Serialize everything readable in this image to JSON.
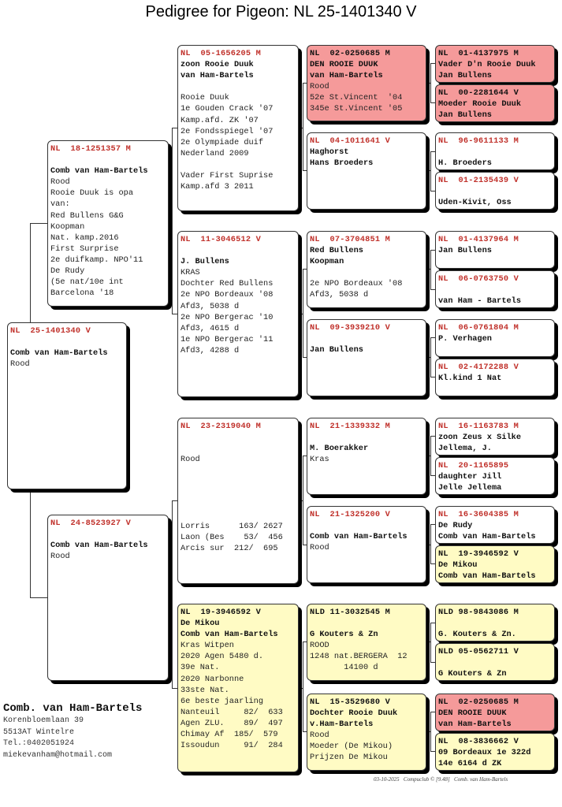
{
  "title": "Pedigree for Pigeon: NL  25-1401340 V",
  "colors": {
    "white": "#ffffff",
    "pink": "#f59a9a",
    "yellow": "#fffbc4",
    "ring_red": "#c0302a"
  },
  "cards": [
    {
      "id": "subject",
      "ring": "NL  25-1401340 V",
      "color": "white",
      "lines": [
        {
          "t": ""
        },
        {
          "t": "Comb van Ham-Bartels",
          "b": true
        },
        {
          "t": "Rood"
        }
      ]
    },
    {
      "id": "father",
      "ring": "NL  18-1251357 M",
      "color": "white",
      "lines": [
        {
          "t": ""
        },
        {
          "t": "Comb van Ham-Bartels",
          "b": true
        },
        {
          "t": "Rood"
        },
        {
          "t": "Rooie Duuk is opa"
        },
        {
          "t": "van:"
        },
        {
          "t": "Red Bullens G&G"
        },
        {
          "t": "Koopman"
        },
        {
          "t": "Nat. kamp.2016"
        },
        {
          "t": "First Surprise"
        },
        {
          "t": "2e duifkamp. NPO'11"
        },
        {
          "t": "De Rudy"
        },
        {
          "t": "(5e nat/10e int"
        },
        {
          "t": "Barcelona '18"
        }
      ]
    },
    {
      "id": "mother",
      "ring": "NL  24-8523927 V",
      "color": "white",
      "lines": [
        {
          "t": ""
        },
        {
          "t": "Comb van Ham-Bartels",
          "b": true
        },
        {
          "t": "Rood"
        }
      ]
    },
    {
      "id": "ff",
      "ring": "NL  05-1656205 M",
      "color": "white",
      "lines": [
        {
          "t": "zoon Rooie Duuk",
          "b": true
        },
        {
          "t": "van Ham-Bartels",
          "b": true
        },
        {
          "t": ""
        },
        {
          "t": "Rooie Duuk"
        },
        {
          "t": "1e Gouden Crack '07"
        },
        {
          "t": "Kamp.afd. ZK '07"
        },
        {
          "t": "2e Fondsspiegel '07"
        },
        {
          "t": "2e Olympiade duif"
        },
        {
          "t": "Nederland 2009"
        },
        {
          "t": ""
        },
        {
          "t": "Vader First Suprise"
        },
        {
          "t": "Kamp.afd 3 2011"
        }
      ]
    },
    {
      "id": "fm",
      "ring": "NL  11-3046512 V",
      "color": "white",
      "lines": [
        {
          "t": ""
        },
        {
          "t": "J. Bullens",
          "b": true
        },
        {
          "t": "KRAS"
        },
        {
          "t": "Dochter Red Bullens"
        },
        {
          "t": "2e NPO Bordeaux '08"
        },
        {
          "t": "Afd3, 5038 d"
        },
        {
          "t": "2e NPO Bergerac '10"
        },
        {
          "t": "Afd3, 4615 d"
        },
        {
          "t": "1e NPO Bergerac '11"
        },
        {
          "t": "Afd3, 4288 d"
        }
      ]
    },
    {
      "id": "mf",
      "ring": "NL  23-2319040 M",
      "color": "white",
      "lines": [
        {
          "t": ""
        },
        {
          "t": ""
        },
        {
          "t": "Rood"
        },
        {
          "t": ""
        },
        {
          "t": ""
        },
        {
          "t": ""
        },
        {
          "t": ""
        },
        {
          "t": ""
        },
        {
          "t": "Lorris      163/ 2627"
        },
        {
          "t": "Laon (Bes    53/  456"
        },
        {
          "t": "Arcis sur  212/  695"
        }
      ]
    },
    {
      "id": "mm",
      "ring": "NL  19-3946592 V",
      "color": "yellow",
      "lines": [
        {
          "t": "De Mikou",
          "b": true
        },
        {
          "t": "Comb van Ham-Bartels",
          "b": true
        },
        {
          "t": "Kras Witpen"
        },
        {
          "t": "2020 Agen 5480 d."
        },
        {
          "t": "39e Nat."
        },
        {
          "t": "2020 Narbonne"
        },
        {
          "t": "33ste Nat."
        },
        {
          "t": "6e beste jaarling"
        },
        {
          "t": "Nanteuil     82/  633"
        },
        {
          "t": "Agen ZLU.    89/  497"
        },
        {
          "t": "Chimay Af  185/  579"
        },
        {
          "t": "Issoudun     91/  284"
        }
      ]
    },
    {
      "id": "fff",
      "ring": "NL  02-0250685 M",
      "color": "pink",
      "lines": [
        {
          "t": "DEN ROOIE DUUK",
          "b": true
        },
        {
          "t": "van Ham-Bartels",
          "b": true
        },
        {
          "t": "Rood"
        },
        {
          "t": "52e St.Vincent  '04"
        },
        {
          "t": "345e St.Vincent '05"
        }
      ]
    },
    {
      "id": "ffm",
      "ring": "NL  04-1011641 V",
      "color": "white",
      "lines": [
        {
          "t": "Haghorst",
          "b": true
        },
        {
          "t": "Hans Broeders",
          "b": true
        }
      ]
    },
    {
      "id": "fmf",
      "ring": "NL  07-3704851 M",
      "color": "white",
      "lines": [
        {
          "t": "Red Bullens",
          "b": true
        },
        {
          "t": "Koopman",
          "b": true
        },
        {
          "t": ""
        },
        {
          "t": "2e NPO Bordeaux '08"
        },
        {
          "t": "Afd3, 5038 d"
        }
      ]
    },
    {
      "id": "fmm",
      "ring": "NL  09-3939210 V",
      "color": "white",
      "lines": [
        {
          "t": ""
        },
        {
          "t": "Jan Bullens",
          "b": true
        }
      ]
    },
    {
      "id": "mff",
      "ring": "NL  21-1339332 M",
      "color": "white",
      "lines": [
        {
          "t": ""
        },
        {
          "t": "M. Boerakker",
          "b": true
        },
        {
          "t": "Kras"
        }
      ]
    },
    {
      "id": "mfm",
      "ring": "NL  21-1325200 V",
      "color": "white",
      "lines": [
        {
          "t": ""
        },
        {
          "t": "Comb van Ham-Bartels",
          "b": true
        },
        {
          "t": "Rood"
        }
      ]
    },
    {
      "id": "mmf",
      "ring": "NLD 11-3032545 M",
      "color": "yellow",
      "lines": [
        {
          "t": ""
        },
        {
          "t": "G Kouters & Zn",
          "b": true
        },
        {
          "t": "ROOD"
        },
        {
          "t": "1248 nat.BERGERA  12"
        },
        {
          "t": "       14100 d"
        }
      ]
    },
    {
      "id": "mmm",
      "ring": "NL  15-3529680 V",
      "color": "yellow",
      "lines": [
        {
          "t": "Dochter Rooie Duuk",
          "b": true
        },
        {
          "t": "v.Ham-Bartels",
          "b": true
        },
        {
          "t": "Rood"
        },
        {
          "t": "Moeder (De Mikou)"
        },
        {
          "t": "Prijzen De Mikou"
        }
      ]
    },
    {
      "id": "g5-1",
      "ring": "NL  01-4137975 M",
      "color": "pink",
      "lines": [
        {
          "t": "Vader D'n Rooie Duuk",
          "b": true
        },
        {
          "t": "Jan Bullens",
          "b": true
        }
      ]
    },
    {
      "id": "g5-2",
      "ring": "NL  00-2281644 V",
      "color": "pink",
      "lines": [
        {
          "t": "Moeder Rooie Duuk",
          "b": true
        },
        {
          "t": "Jan Bullens",
          "b": true
        }
      ]
    },
    {
      "id": "g5-3",
      "ring": "NL  96-9611133 M",
      "color": "white",
      "lines": [
        {
          "t": ""
        },
        {
          "t": "H. Broeders",
          "b": true
        }
      ]
    },
    {
      "id": "g5-4",
      "ring": "NL  01-2135439 V",
      "color": "white",
      "lines": [
        {
          "t": ""
        },
        {
          "t": "Uden-Kivit, Oss",
          "b": true
        }
      ]
    },
    {
      "id": "g5-5",
      "ring": "NL  01-4137964 M",
      "color": "white",
      "lines": [
        {
          "t": "Jan Bullens",
          "b": true
        }
      ]
    },
    {
      "id": "g5-6",
      "ring": "NL  06-0763750 V",
      "color": "white",
      "lines": [
        {
          "t": ""
        },
        {
          "t": "van Ham - Bartels",
          "b": true
        }
      ]
    },
    {
      "id": "g5-7",
      "ring": "NL  06-0761804 M",
      "color": "white",
      "lines": [
        {
          "t": "P. Verhagen",
          "b": true
        }
      ]
    },
    {
      "id": "g5-8",
      "ring": "NL  02-4172288 V",
      "color": "white",
      "lines": [
        {
          "t": "Kl.kind 1 Nat",
          "b": true
        }
      ]
    },
    {
      "id": "g5-9",
      "ring": "NL  16-1163783 M",
      "color": "white",
      "lines": [
        {
          "t": "zoon Zeus x Silke",
          "b": true
        },
        {
          "t": "Jellema, J.",
          "b": true
        }
      ]
    },
    {
      "id": "g5-10",
      "ring": "NL  20-1165895",
      "color": "white",
      "lines": [
        {
          "t": "daughter Jill",
          "b": true
        },
        {
          "t": "Jelle Jellema",
          "b": true
        }
      ]
    },
    {
      "id": "g5-11",
      "ring": "NL  16-3604385 M",
      "color": "white",
      "lines": [
        {
          "t": "De Rudy",
          "b": true
        },
        {
          "t": "Comb van Ham-Bartels",
          "b": true
        }
      ]
    },
    {
      "id": "g5-12",
      "ring": "NL  19-3946592 V",
      "color": "yellow",
      "lines": [
        {
          "t": "De Mikou",
          "b": true
        },
        {
          "t": "Comb van Ham-Bartels",
          "b": true
        }
      ]
    },
    {
      "id": "g5-13",
      "ring": "NLD 98-9843086 M",
      "color": "yellow",
      "lines": [
        {
          "t": ""
        },
        {
          "t": "G. Kouters & Zn.",
          "b": true
        }
      ]
    },
    {
      "id": "g5-14",
      "ring": "NLD 05-0562711 V",
      "color": "yellow",
      "lines": [
        {
          "t": ""
        },
        {
          "t": "G Kouters & Zn",
          "b": true
        }
      ]
    },
    {
      "id": "g5-15",
      "ring": "NL  02-0250685 M",
      "color": "pink",
      "lines": [
        {
          "t": "DEN ROOIE DUUK",
          "b": true
        },
        {
          "t": "van Ham-Bartels",
          "b": true
        }
      ]
    },
    {
      "id": "g5-16",
      "ring": "NL  08-3836662 V",
      "color": "yellow",
      "lines": [
        {
          "t": "09 Bordeaux 1e 322d",
          "b": true
        },
        {
          "t": "14e 6164 d ZK",
          "b": true
        }
      ]
    }
  ],
  "owner": {
    "name": "Comb. van Ham-Bartels",
    "lines": [
      "Korenbloemlaan 39",
      "5513AT  Wintelre",
      "Tel.:0402051924",
      "miekevanham@hotmail.com"
    ]
  },
  "footer": "03-10-2025   Compuclub © [9.48]   Comb. van Ham-Bartels"
}
